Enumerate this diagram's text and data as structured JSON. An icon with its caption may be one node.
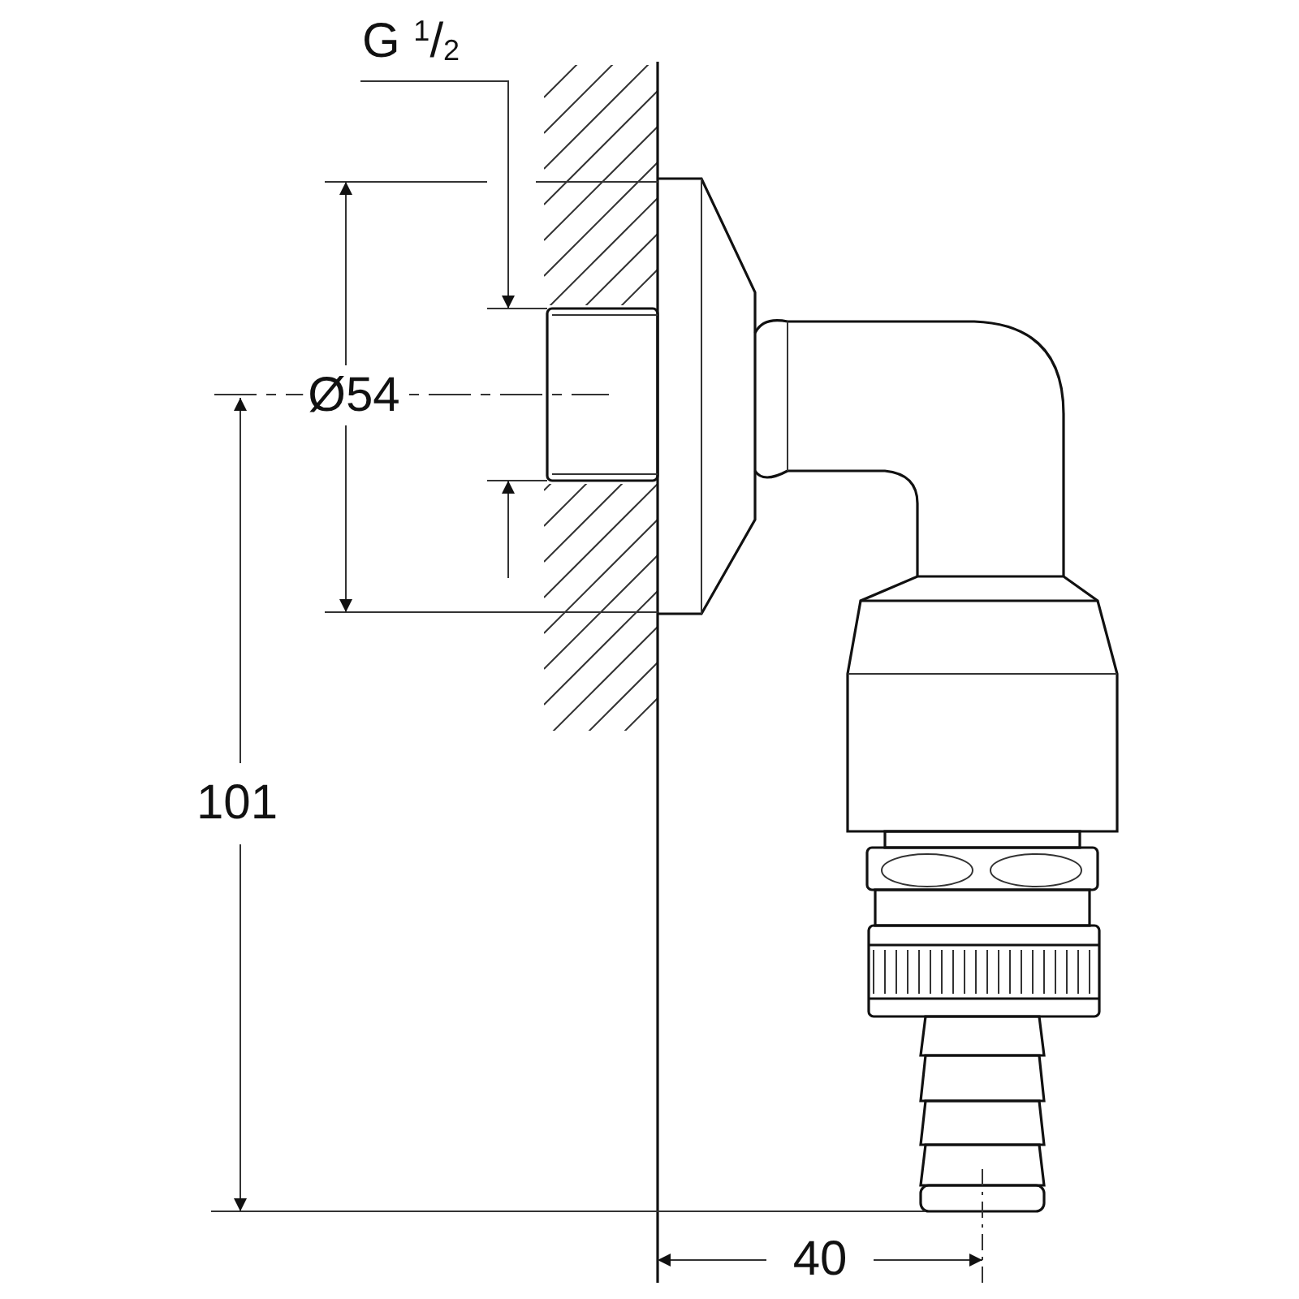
{
  "diagram": {
    "labels": [
      "G $^{1}$/$_{2}$",
      "Ø54",
      "101",
      "40"
    ]
  }
}
